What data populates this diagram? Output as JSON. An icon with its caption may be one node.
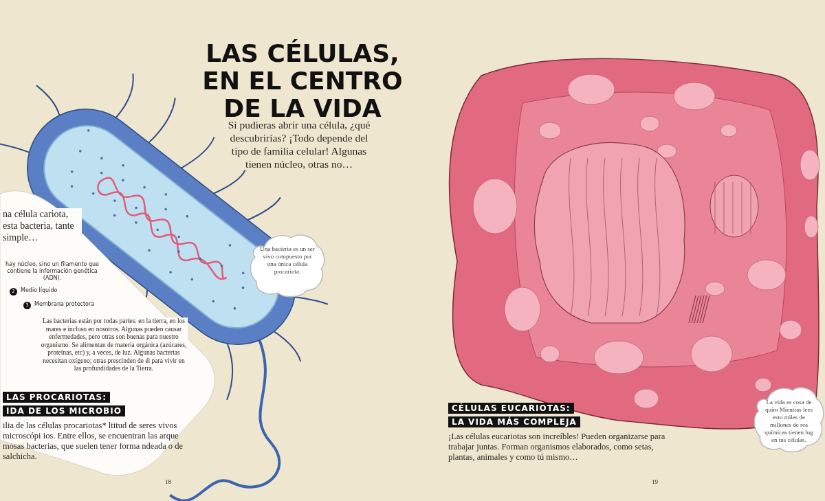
{
  "diagram": {
    "title": "LAS CÉLULAS, EN EL CENTRO DE LA VIDA",
    "nodes": [
      {
        "text": [
          "Una bacteria es un ser vivo compuesto por una única célula procariota."
        ]
      },
      {
        "text": [
          "La vida es cosa de quím Mientras lees esto miles de millones de rea químicas tienen lug en tus células."
        ]
      }
    ],
    "edges": [],
    "labels": [
      "na célula cariota, esta bacteria, tante simple…",
      "hay núcleo, sino un filamento que contiene la información genética (ADN).",
      "2",
      "Medio líquido",
      "3",
      "Membrana protectora",
      "Las bacterias están por todas partes: en la tierra, en los mares e incluso en nosotros. Algunas pueden causar enfermedades, pero otras son buenas para nuestro organismo. Se alimentan de materia orgánica (azúcares, proteínas, etc) y, a veces, de luz. Algunas bacterias necesitan oxígeno; otras prescinden de él para vivir en las profundidades de la Tierra.",
      "LAS PROCARIOTAS:",
      "IDA DE LOS MICROBIO",
      "ilia de las células procariotas* ltitud de seres vivos microscópi ios. Entre ellos, se encuentran las arque mosas bacterias, que suelen tener forma ndeada o de salchicha.",
      "Si pudieras abrir una célula, ¿qué descubrirías? ¡Todo depende del tipo de familia celular! Algunas tienen núcleo, otras no…",
      "CÉLULAS EUCARIOTAS:",
      "LA VIDA MÁS COMPLEJA",
      "¡Las células eucariotas son increíbles! Pueden organizarse para trabajar juntas. Forman organismos elaborados, como setas, plantas, animales y como tú mismo…",
      "18",
      "19"
    ]
  }
}
